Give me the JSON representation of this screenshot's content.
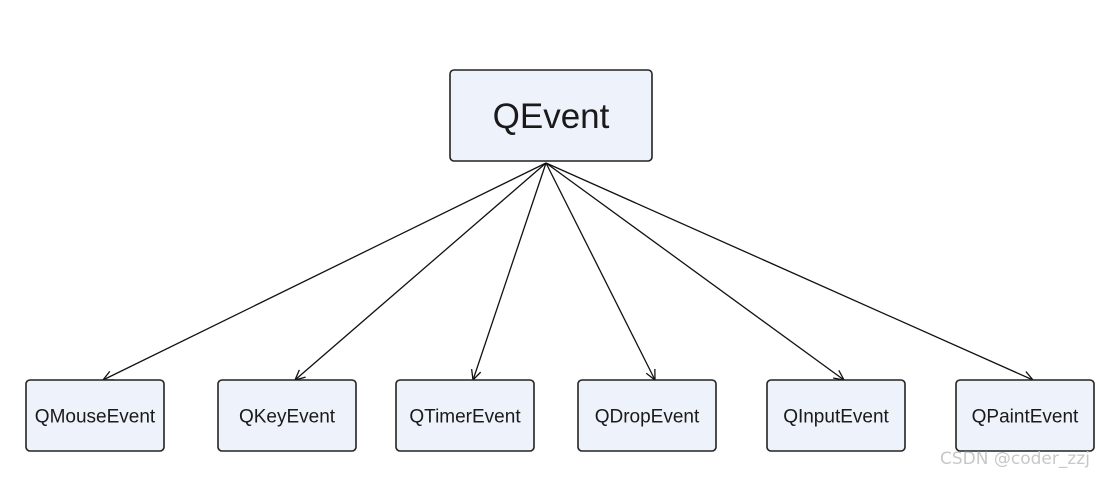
{
  "diagram": {
    "root": {
      "id": "qevent",
      "label": "QEvent"
    },
    "children": [
      {
        "id": "qmouseevent",
        "label": "QMouseEvent"
      },
      {
        "id": "qkeyevent",
        "label": "QKeyEvent"
      },
      {
        "id": "qtimerevent",
        "label": "QTimerEvent"
      },
      {
        "id": "qdropevent",
        "label": "QDropEvent"
      },
      {
        "id": "qinputevent",
        "label": "QInputEvent"
      },
      {
        "id": "qpaintevent",
        "label": "QPaintEvent"
      }
    ],
    "edges": [
      {
        "from": "qevent",
        "to": "qmouseevent"
      },
      {
        "from": "qevent",
        "to": "qkeyevent"
      },
      {
        "from": "qevent",
        "to": "qtimerevent"
      },
      {
        "from": "qevent",
        "to": "qdropevent"
      },
      {
        "from": "qevent",
        "to": "qinputevent"
      },
      {
        "from": "qevent",
        "to": "qpaintevent"
      }
    ],
    "colors": {
      "box_fill": "#eef2fb",
      "box_stroke": "#222222",
      "edge": "#111111"
    }
  },
  "watermark": "CSDN @coder_zzj"
}
